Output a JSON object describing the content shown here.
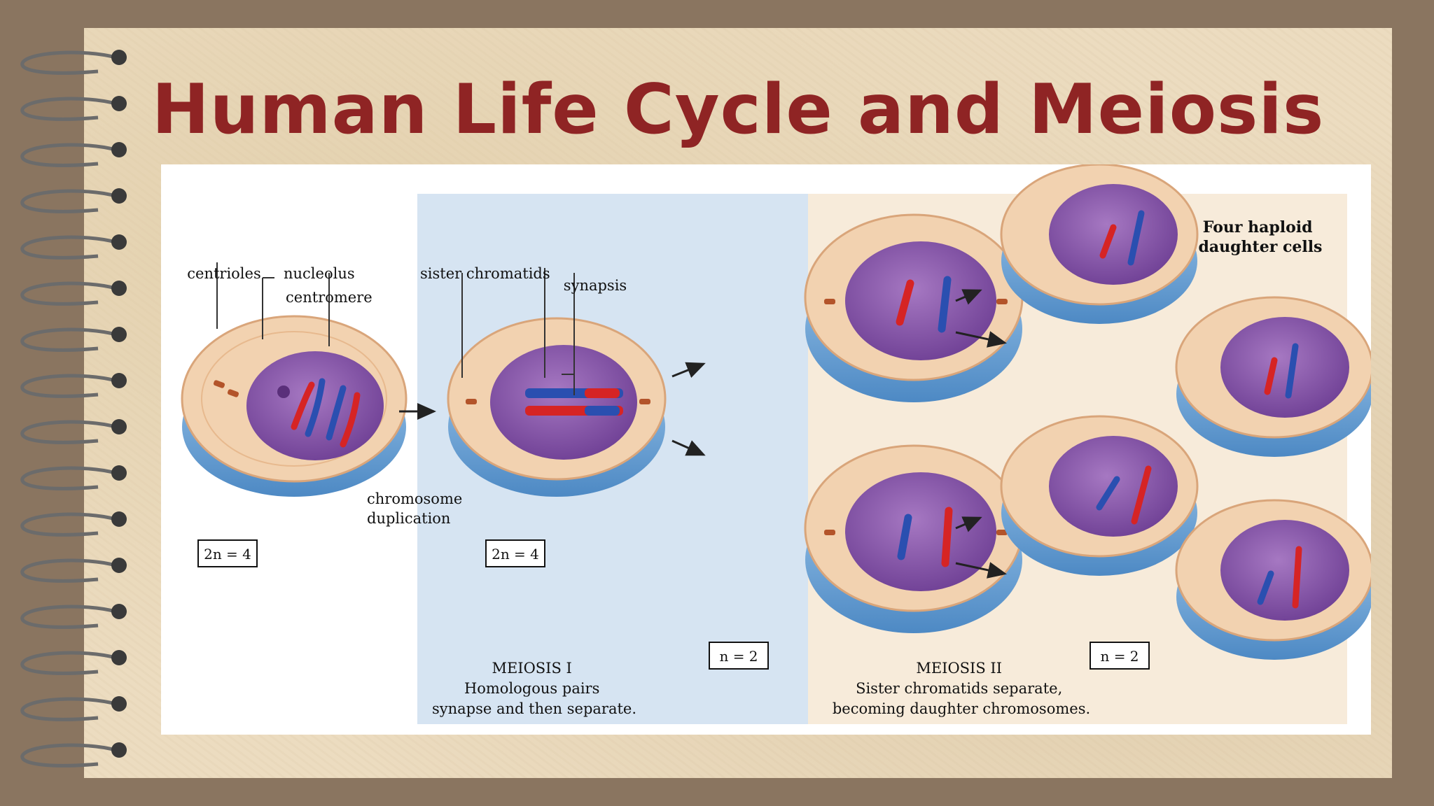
{
  "title": "Human Life Cycle and Meiosis",
  "labels": {
    "centrioles": "centrioles",
    "nucleolus": "nucleolus",
    "centromere": "centromere",
    "sister_chromatids": "sister chromatids",
    "synapsis": "synapsis",
    "chromosome_duplication": [
      "chromosome",
      "duplication"
    ],
    "four_haploid": [
      "Four haploid",
      "daughter cells"
    ],
    "ploidy_2n_a": "2n = 4",
    "ploidy_2n_b": "2n = 4",
    "ploidy_n_a": "n = 2",
    "ploidy_n_b": "n = 2",
    "meiosis1": [
      "MEIOSIS I",
      "Homologous pairs",
      "synapse and then separate."
    ],
    "meiosis2": [
      "MEIOSIS II",
      "Sister chromatids separate,",
      "becoming daughter chromosomes."
    ]
  },
  "colors": {
    "title": "#8f2424",
    "frame": "#8a7560",
    "meiosis1_panel": "#d6e4f2",
    "meiosis2_panel": "#f7ebda",
    "cell_membrane": "#6fa8dc",
    "cytoplasm": "#f2d2b0",
    "nucleus": "#8a5aa8",
    "chromosome_red": "#d62424",
    "chromosome_blue": "#2a4fb0"
  }
}
